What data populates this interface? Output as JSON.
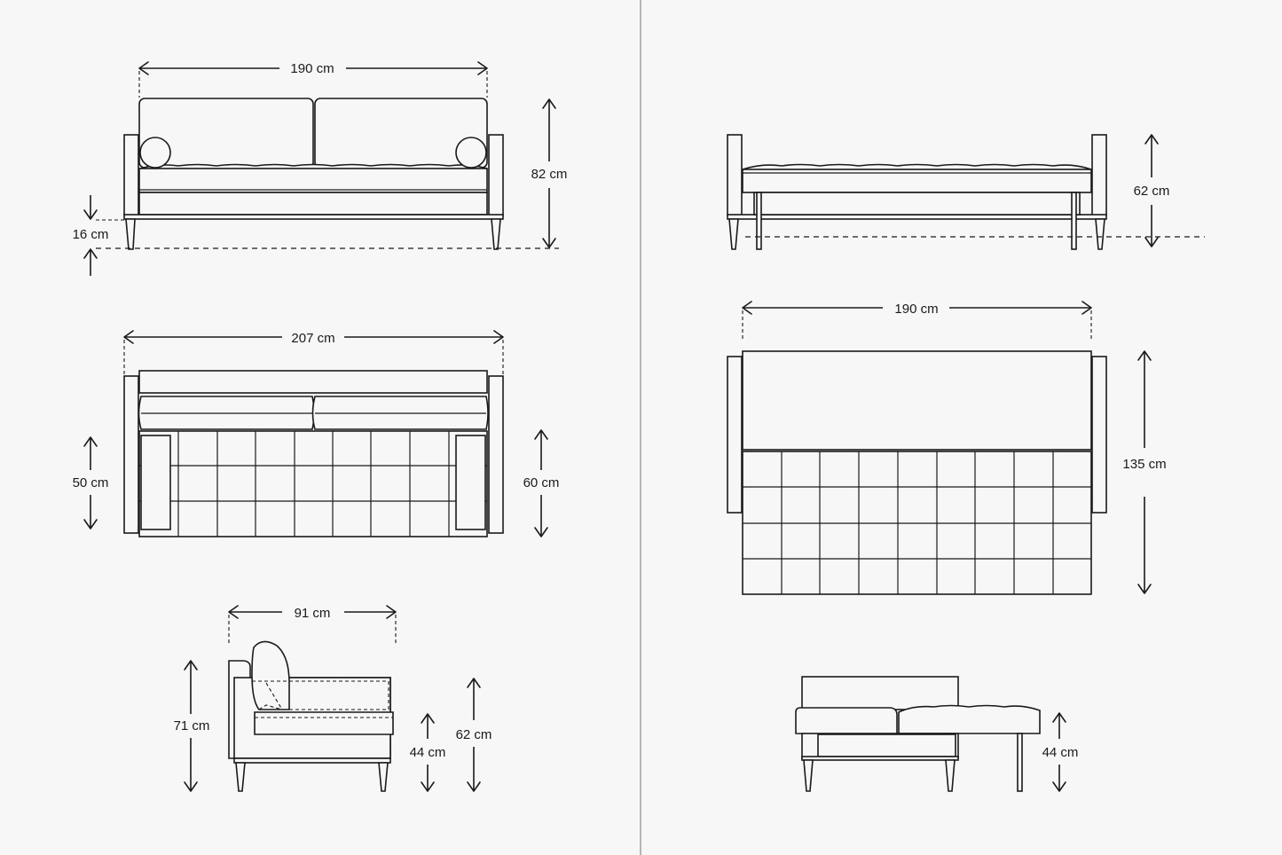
{
  "dimensions": {
    "front_width": "190 cm",
    "front_height": "82 cm",
    "leg_height": "16 cm",
    "top_width": "207 cm",
    "top_seat_depth": "50 cm",
    "top_arm_depth": "60 cm",
    "side_depth": "91 cm",
    "side_height": "71 cm",
    "side_seat_height": "44 cm",
    "side_arm_height": "62 cm",
    "bed_front_height": "62 cm",
    "bed_width": "190 cm",
    "bed_length": "135 cm",
    "bed_side_seat_height": "44 cm"
  }
}
